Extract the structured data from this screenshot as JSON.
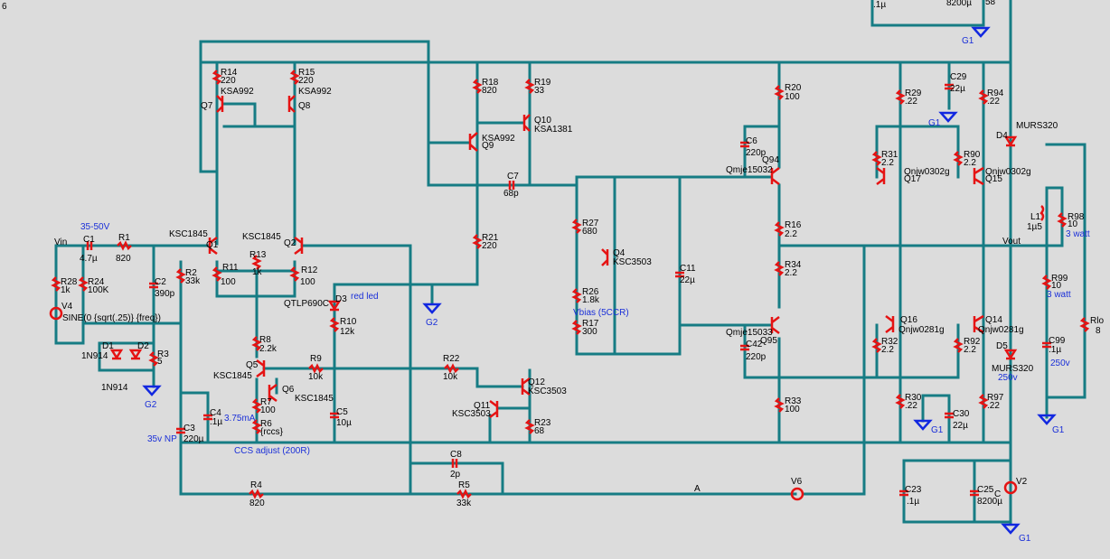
{
  "page": {
    "corner_label": "6"
  },
  "colors": {
    "background": "#dcdcdc",
    "wire": "#167c84",
    "component": "#e51313",
    "annotation": "#1a2fd8",
    "text": "#000000"
  },
  "labels": [
    "220",
    "R14",
    "KSA992",
    "Q7",
    "220",
    "R15",
    "KSA992",
    "Q8",
    "R18",
    "820",
    "R19",
    "33",
    "Q10",
    "KSA1381",
    "KSA992",
    "Q9",
    "C7",
    "68p",
    "C6",
    "220p",
    "Q94",
    "Qmje15032",
    "R20",
    "100",
    "R29",
    ".22",
    "C29",
    "22µ",
    "R94",
    ".22",
    "MURS320",
    "D4",
    "R31",
    "2.2",
    "Qnjw0302g",
    "Q17",
    "R90",
    "2.2",
    "Qnjw0302g",
    "Q15",
    "L1",
    "1µ5",
    "R98",
    "10",
    "R27",
    "680",
    "Q4",
    "KSC3503",
    "C11",
    "22µ",
    "R26",
    "1.8k",
    "R17",
    "300",
    "R16",
    "2.2",
    "R34",
    "2.2",
    "Qmje15033",
    "Q95",
    "C42",
    "220p",
    "R33",
    "100",
    "Q16",
    "Qnjw0281g",
    "R32",
    "2.2",
    "Q14",
    "Qnjw0281g",
    "R92",
    "2.2",
    "D5",
    "MURS320",
    "R30",
    ".22",
    "C30",
    "22µ",
    "R97",
    ".22",
    "C99",
    ".1µ",
    "R99",
    "10",
    "Rlo",
    "8",
    "Vout",
    "C23",
    ".1µ",
    "C25",
    "8200µ",
    "V2",
    "V6",
    "A",
    "Vin",
    "C1",
    "4.7µ",
    "R1",
    "820",
    "KSC1845",
    "Q1",
    "KSC1845",
    "Q2",
    "R11",
    "100",
    "R13",
    "1k",
    "R12",
    "100",
    "R2",
    "33k",
    "C2",
    "390p",
    "R28",
    "1k",
    "R24",
    "100K",
    "V4",
    "SINE(0 {sqrt(.25)} {freq})",
    "D1",
    "1N914",
    "D2",
    "R3",
    "5",
    "1N914",
    "QTLP690C",
    "D3",
    "R10",
    "12k",
    "R8",
    "2.2k",
    "Q5",
    "KSC1845",
    "R9",
    "10k",
    "Q6",
    "KSC1845",
    "R7",
    "100",
    "R6",
    "{rccs}",
    "C5",
    "10µ",
    "C4",
    ".1µ",
    "C3",
    "220µ",
    "R22",
    "10k",
    "Q12",
    "KSC3503",
    "Q11",
    "KSC3503",
    "R23",
    "68",
    "C8",
    "2p",
    "R4",
    "820",
    "R5",
    "33k",
    "R21",
    "220",
    "C",
    ".1µ",
    "8200µ",
    "58"
  ],
  "annotations": {
    "supply": "35-50V",
    "led": "red led",
    "vbias": "Vbias (5CCR)",
    "current": "3.75mA",
    "ccs": "CCS adjust (200R)",
    "cap_rating": "35v  NP",
    "watt1": "3 watt",
    "watt2": "3 watt",
    "v250": "250v",
    "v250b": "250v"
  },
  "grounds": {
    "g1": "G1",
    "g2": "G2"
  }
}
